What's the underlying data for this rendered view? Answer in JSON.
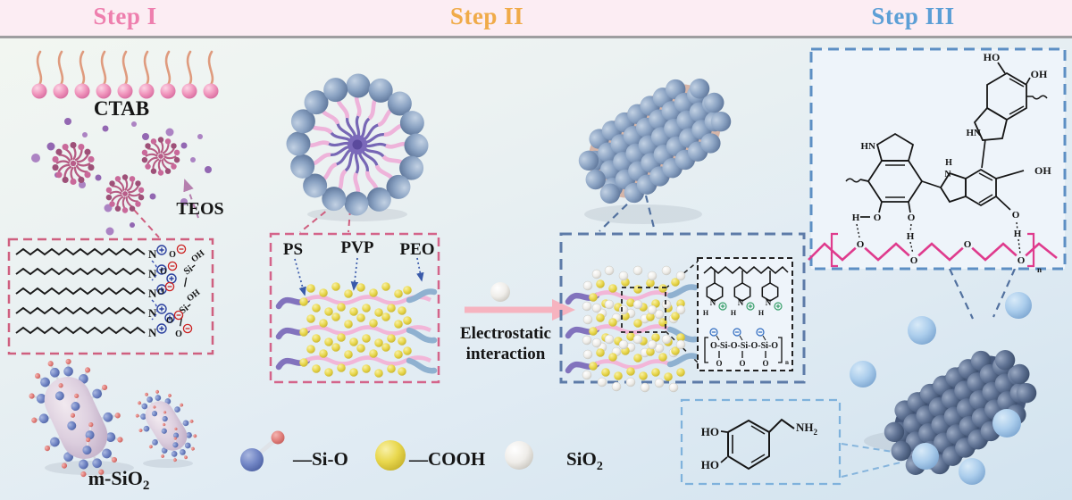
{
  "header": {
    "step1": "Step I",
    "step2": "Step II",
    "step3": "Step III"
  },
  "colors": {
    "step1_pink": "#ee7fae",
    "step2_orange": "#f0ab49",
    "step3_blue": "#5c9fd6",
    "header_bg": "#fcedf3",
    "dashed_red": "#cf5f7f",
    "dashed_pink": "#d4648a",
    "dashed_navy": "#5d7ba8",
    "dashed_lightblue": "#7fb2dc",
    "peg_magenta": "#df3b8d",
    "arrow_pink": "#f6b3bf",
    "sphere_blue": "#8ba3c3",
    "sphere_dark": "#5f7293",
    "sphere_lightblue": "#abcdec",
    "cooh_yellow": "#e9d84e",
    "ctab_pink": "#f096bd"
  },
  "step1": {
    "ctab": "CTAB",
    "teos": "TEOS",
    "msio2": "m-SiO",
    "msio2_sub": "2"
  },
  "step2": {
    "ps": "PS",
    "pvp": "PVP",
    "peo": "PEO",
    "electrostatic_1": "Electrostatic",
    "electrostatic_2": "interaction"
  },
  "legend": {
    "si_o": "—Si-O",
    "cooh": "—COOH",
    "sio2": "SiO",
    "sio2_sub": "2"
  },
  "chem": {
    "n": "N",
    "h": "H",
    "o": "O",
    "si": "Si",
    "oh": "OH",
    "ho": "HO",
    "hn": "HN",
    "nh": "NH",
    "sub2": "2",
    "sub_n": "n",
    "silicate": "O-Si-O-Si-O-Si-O"
  }
}
